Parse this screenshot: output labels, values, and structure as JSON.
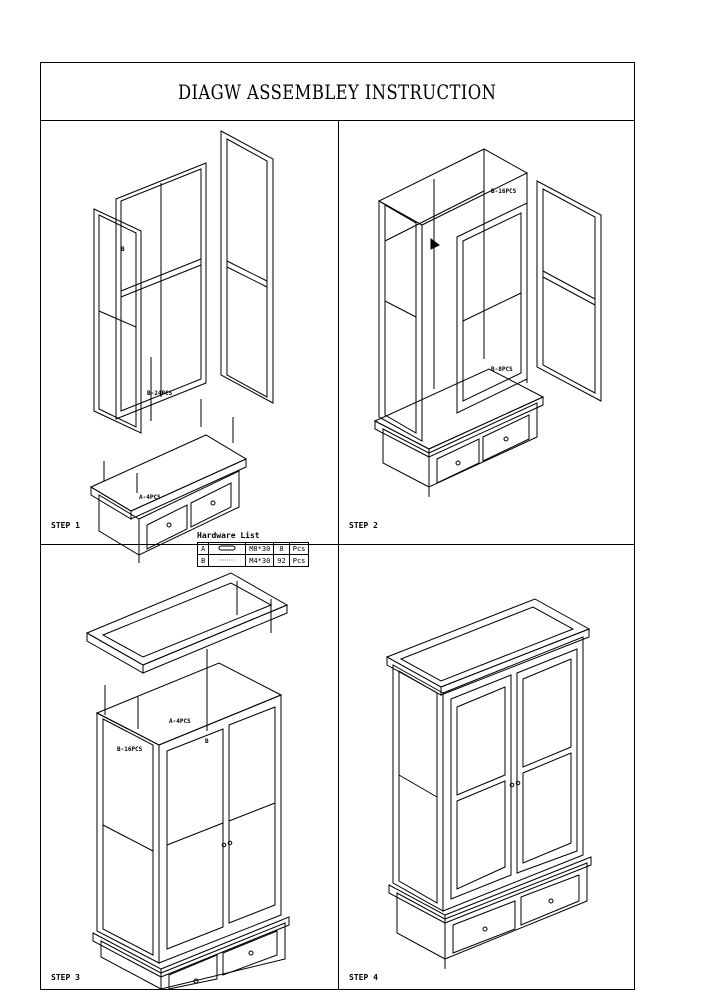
{
  "document": {
    "title": "DIAGW ASSEMBLEY INSTRUCTION"
  },
  "steps": [
    {
      "label": "STEP 1",
      "callouts": [
        "B",
        "B-24PCS",
        "A-4PCS"
      ]
    },
    {
      "label": "STEP 2",
      "callouts": [
        "B-16PCS",
        "B-8PCS"
      ]
    },
    {
      "label": "STEP 3",
      "callouts": [
        "A-4PCS",
        "B-16PCS",
        "B"
      ]
    },
    {
      "label": "STEP 4",
      "callouts": []
    }
  ],
  "hardware": {
    "title": "Hardware List",
    "rows": [
      {
        "id": "A",
        "icon": "dowel-icon",
        "size": "M8*30",
        "qty": "8",
        "unit": "Pcs"
      },
      {
        "id": "B",
        "icon": "screw-icon",
        "size": "M4*30",
        "qty": "92",
        "unit": "Pcs"
      }
    ]
  }
}
